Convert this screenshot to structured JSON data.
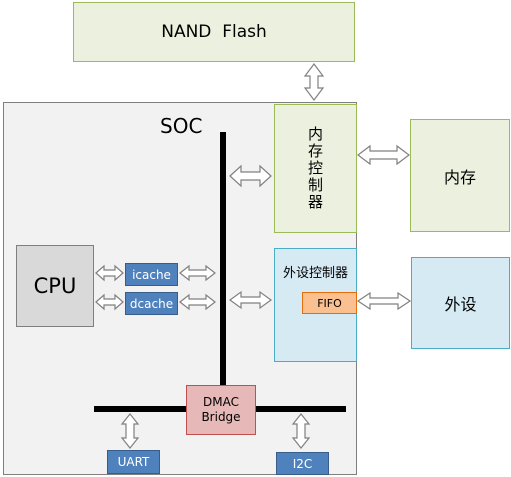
{
  "nand": "NAND  Flash",
  "soc": "SOC",
  "mem_ctrl": "内存控制器",
  "memory": "内存",
  "cpu": "CPU",
  "icache": "icache",
  "dcache": "dcache",
  "periph_ctrl": "外设控制器",
  "fifo": "FIFO",
  "peripheral": "外设",
  "dmac": "DMAC\nBridge",
  "uart": "UART",
  "i2c": "I2C"
}
